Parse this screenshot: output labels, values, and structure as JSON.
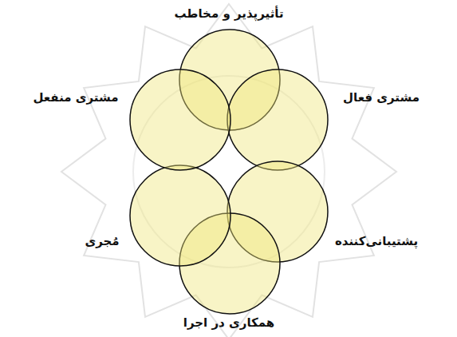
{
  "diagram": {
    "labels": [
      "تأثیرپذیر و مخاطب",
      "مشتری فعال",
      "مشتری منفعل",
      "پشتیبانی‌کننده",
      "مُجری",
      "همکاری در اجرا"
    ]
  }
}
